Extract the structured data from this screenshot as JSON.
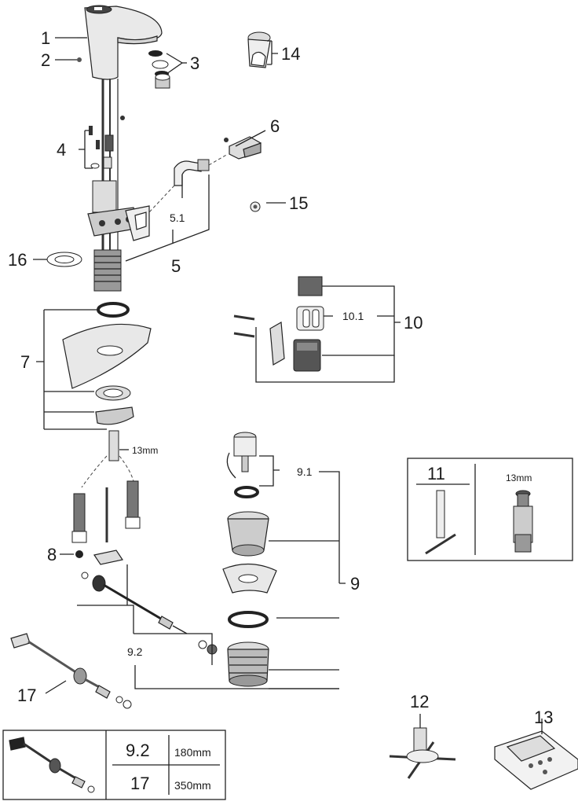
{
  "callouts": {
    "c1": "1",
    "c2": "2",
    "c3": "3",
    "c4": "4",
    "c5": "5",
    "c5_1": "5.1",
    "c6": "6",
    "c7": "7",
    "c8": "8",
    "c9": "9",
    "c9_1": "9.1",
    "c9_2": "9.2",
    "c10": "10",
    "c10_1": "10.1",
    "c11": "11",
    "c12": "12",
    "c13": "13",
    "c14": "14",
    "c15": "15",
    "c16": "16",
    "c17": "17"
  },
  "dims": {
    "spanner_13mm": "13mm",
    "box11_13mm": "13mm"
  },
  "length_table": {
    "rows": [
      {
        "part": "9.2",
        "length": "180mm"
      },
      {
        "part": "17",
        "length": "350mm"
      }
    ]
  }
}
